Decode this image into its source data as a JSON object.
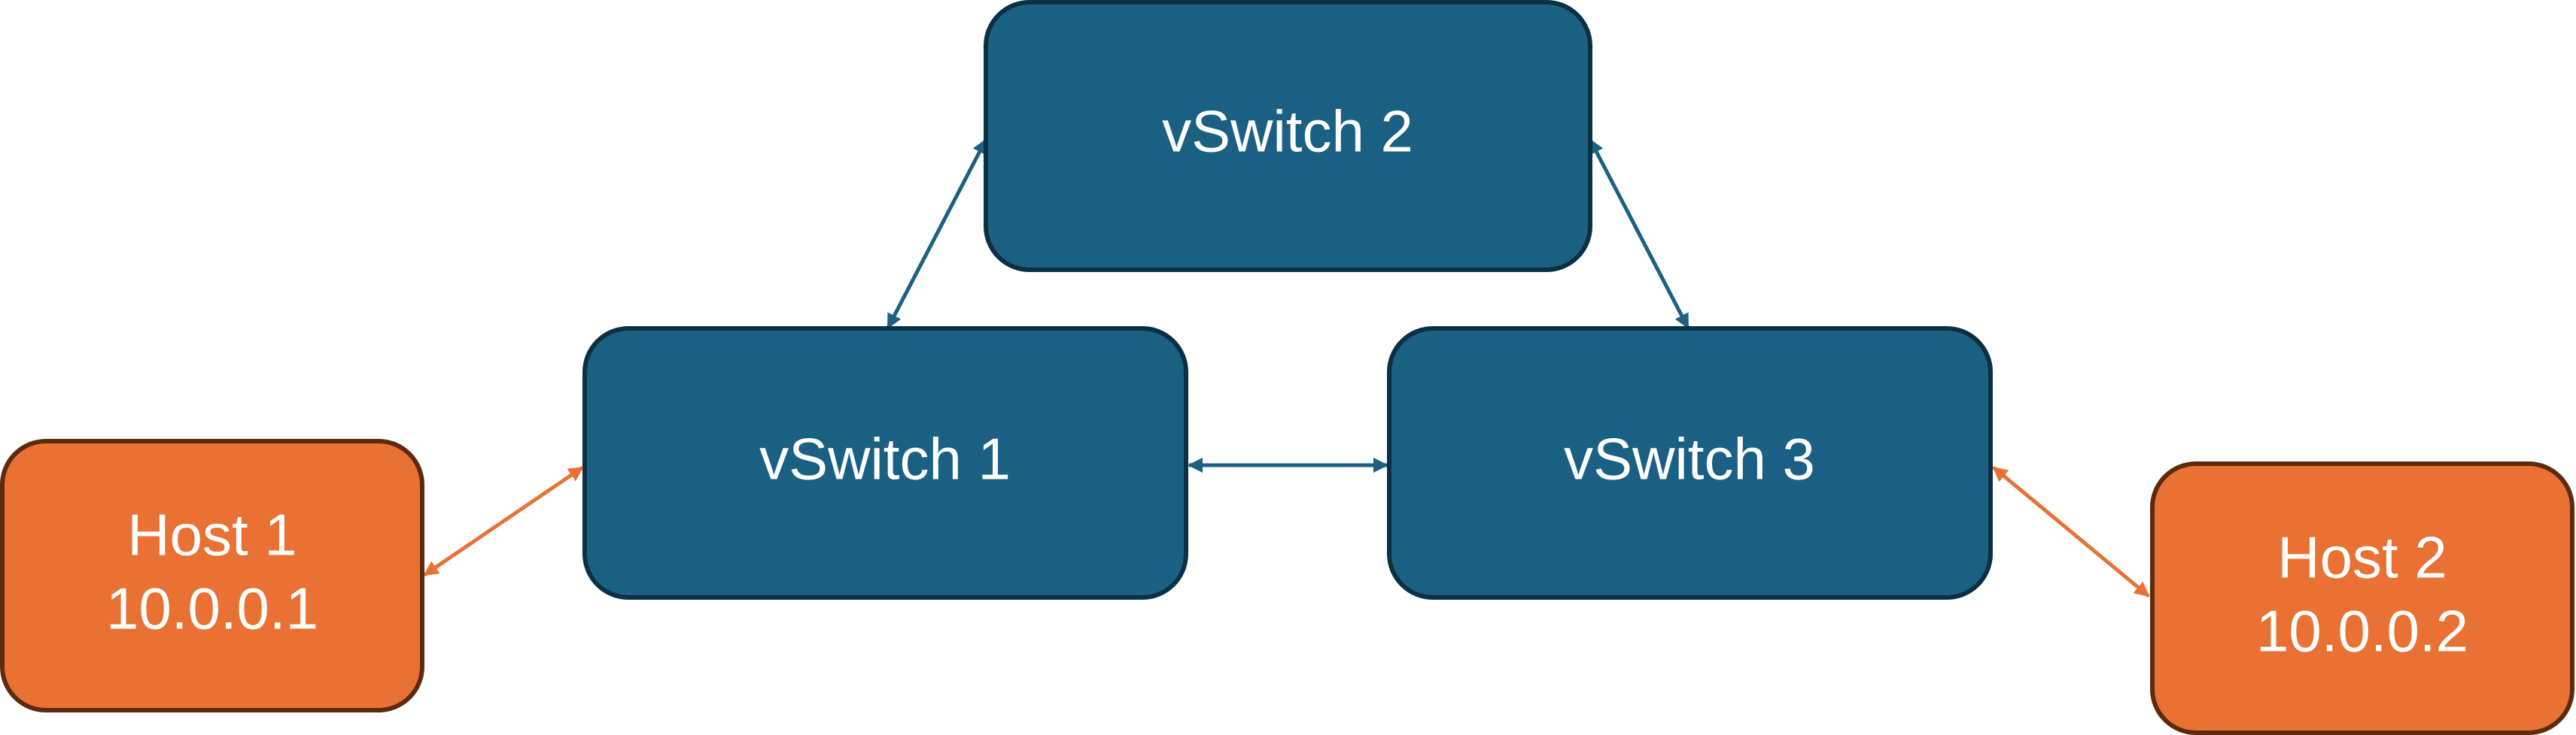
{
  "colors": {
    "switch_fill": "#1a6083",
    "switch_stroke": "#0b2f44",
    "host_fill": "#e97133",
    "host_stroke": "#5e2a0e",
    "switch_link": "#1a6083",
    "host_link": "#e97133"
  },
  "nodes": {
    "vswitch2": {
      "label": "vSwitch 2"
    },
    "vswitch1": {
      "label": "vSwitch 1"
    },
    "vswitch3": {
      "label": "vSwitch 3"
    },
    "host1": {
      "label": "Host 1",
      "ip": "10.0.0.1"
    },
    "host2": {
      "label": "Host 2",
      "ip": "10.0.0.2"
    }
  },
  "links": [
    {
      "from": "vswitch1",
      "to": "vswitch2",
      "kind": "switch",
      "bidirectional": true
    },
    {
      "from": "vswitch2",
      "to": "vswitch3",
      "kind": "switch",
      "bidirectional": true
    },
    {
      "from": "vswitch1",
      "to": "vswitch3",
      "kind": "switch",
      "bidirectional": true
    },
    {
      "from": "host1",
      "to": "vswitch1",
      "kind": "host",
      "bidirectional": true
    },
    {
      "from": "host2",
      "to": "vswitch3",
      "kind": "host",
      "bidirectional": true
    }
  ]
}
